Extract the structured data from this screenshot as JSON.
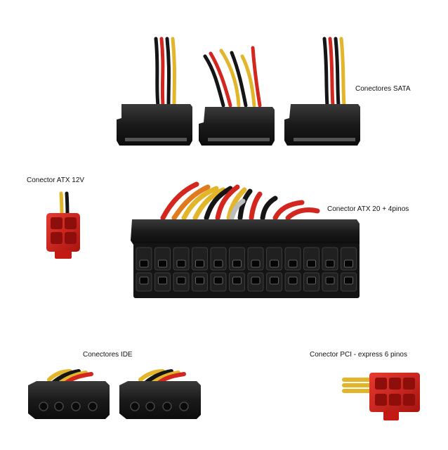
{
  "labels": {
    "sata": "Conectores SATA",
    "atx12v": "Conector ATX 12V",
    "atx24": "Conector ATX 20 + 4pinos",
    "ide": "Conectores IDE",
    "pcie": "Conector PCI - express 6 pinos"
  },
  "colors": {
    "connector_black": "#1c1c1c",
    "wire_red": "#d2261e",
    "wire_yellow": "#e2b52a",
    "wire_black": "#151515",
    "wire_orange": "#e07a1e",
    "connector_red": "#cc1c1c"
  }
}
